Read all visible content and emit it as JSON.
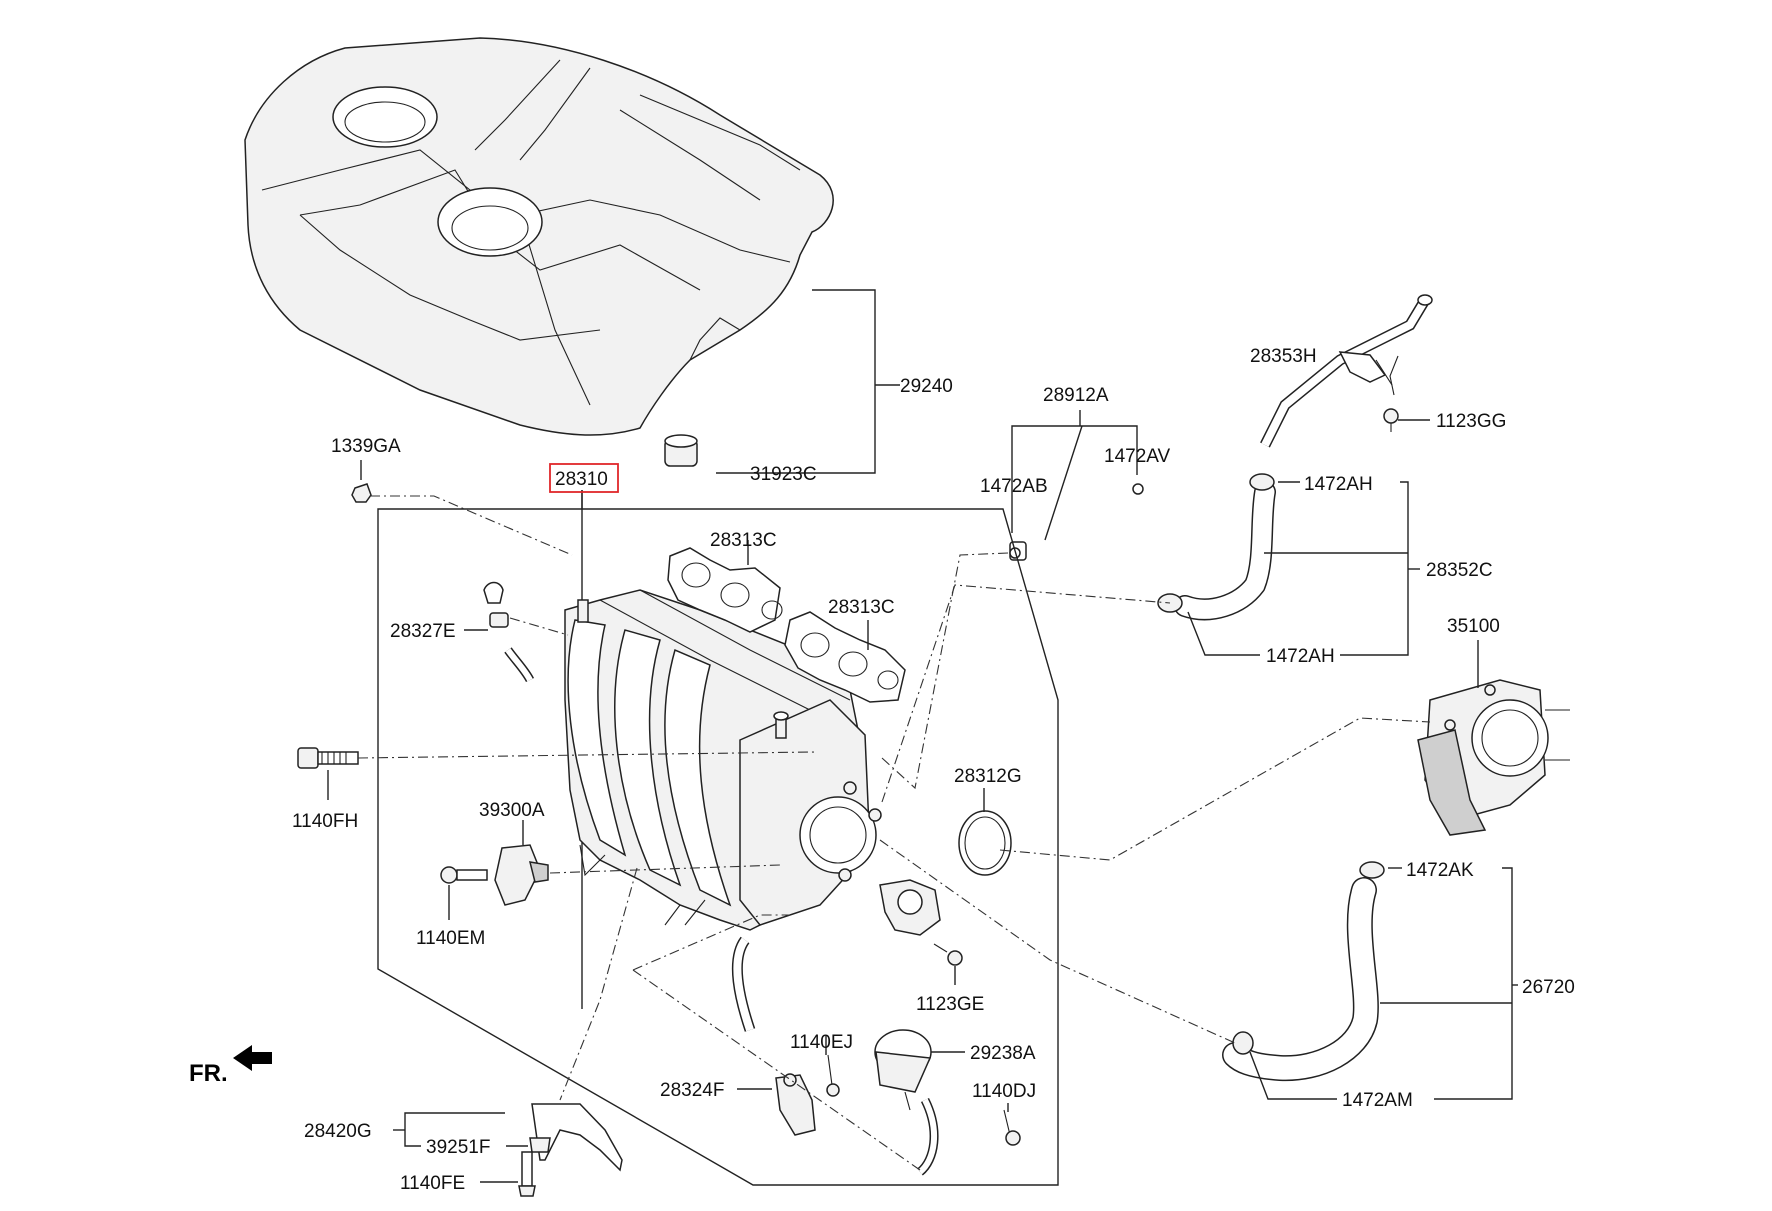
{
  "parts": [
    {
      "id": "p29240",
      "label": "29240"
    },
    {
      "id": "p31923C",
      "label": "31923C"
    },
    {
      "id": "p28912A",
      "label": "28912A"
    },
    {
      "id": "p1472AV",
      "label": "1472AV"
    },
    {
      "id": "p1472AB",
      "label": "1472AB"
    },
    {
      "id": "p28353H",
      "label": "28353H"
    },
    {
      "id": "p1123GG",
      "label": "1123GG"
    },
    {
      "id": "p1472AH_top",
      "label": "1472AH"
    },
    {
      "id": "p28352C",
      "label": "28352C"
    },
    {
      "id": "p1472AH_bottom",
      "label": "1472AH"
    },
    {
      "id": "p35100",
      "label": "35100"
    },
    {
      "id": "p1339GA",
      "label": "1339GA"
    },
    {
      "id": "p28310",
      "label": "28310"
    },
    {
      "id": "p28313C_a",
      "label": "28313C"
    },
    {
      "id": "p28313C_b",
      "label": "28313C"
    },
    {
      "id": "p28327E",
      "label": "28327E"
    },
    {
      "id": "p1140FH",
      "label": "1140FH"
    },
    {
      "id": "p39300A",
      "label": "39300A"
    },
    {
      "id": "p28312G",
      "label": "28312G"
    },
    {
      "id": "p1140EM",
      "label": "1140EM"
    },
    {
      "id": "p1472AK",
      "label": "1472AK"
    },
    {
      "id": "p26720",
      "label": "26720"
    },
    {
      "id": "p1123GE",
      "label": "1123GE"
    },
    {
      "id": "p1140EJ",
      "label": "1140EJ"
    },
    {
      "id": "p29238A",
      "label": "29238A"
    },
    {
      "id": "p28324F",
      "label": "28324F"
    },
    {
      "id": "p1140DJ",
      "label": "1140DJ"
    },
    {
      "id": "p28420G",
      "label": "28420G"
    },
    {
      "id": "p39251F",
      "label": "39251F"
    },
    {
      "id": "p1140FE",
      "label": "1140FE"
    },
    {
      "id": "p1472AM",
      "label": "1472AM"
    }
  ],
  "direction_marker": "FR.",
  "highlighted_part": "28310",
  "colors": {
    "highlight": "#e0262a",
    "line": "#222222"
  }
}
